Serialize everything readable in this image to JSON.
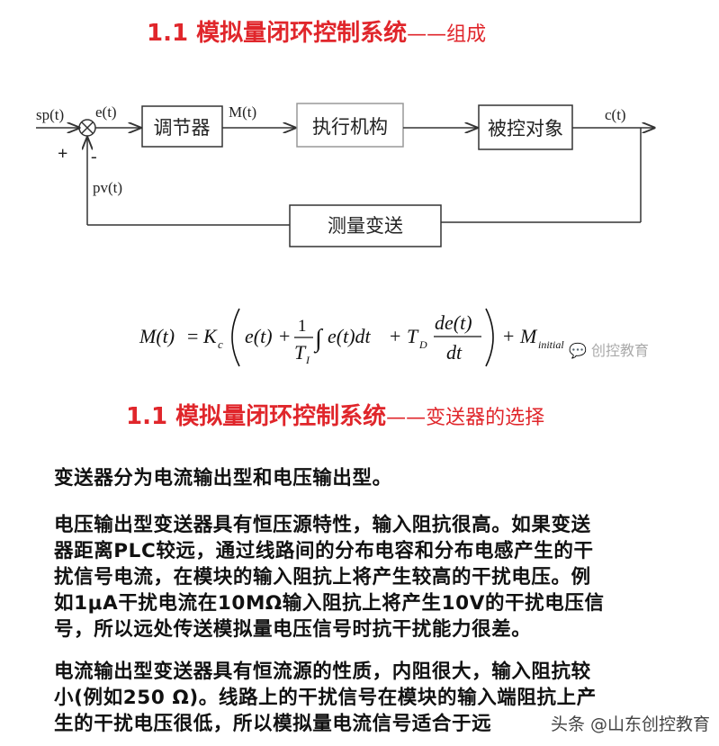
{
  "title1": {
    "main": "1.1 模拟量闭环控制系统",
    "sub": "——组成"
  },
  "diagram": {
    "signals": {
      "sp": "sp(t)",
      "e": "e(t)",
      "m": "M(t)",
      "c": "c(t)",
      "pv": "pv(t)",
      "plus": "+",
      "minus": "-"
    },
    "blocks": {
      "controller": "调节器",
      "actuator": "执行机构",
      "plant": "被控对象",
      "transmitter": "测量变送"
    }
  },
  "formula": {
    "lhs": "M(t)",
    "eq": "=",
    "kc": "K",
    "kc_sub": "c",
    "e": "e(t)",
    "plus": "+",
    "one": "1",
    "ti": "T",
    "ti_sub": "I",
    "integral": "∫",
    "integrand": "e(t)dt",
    "td": "T",
    "td_sub": "D",
    "de": "de(t)",
    "dt": "dt",
    "m": "M",
    "m_sub": "initial"
  },
  "watermark1": "创控教育",
  "title2": {
    "main": "1.1 模拟量闭环控制系统",
    "sub": "——变送器的选择"
  },
  "body": {
    "p1": [
      "变送器分为电流输出型和电压输出型。"
    ],
    "p2": [
      "电压输出型变送器具有恒压源特性，输入阻抗很高。如果变送",
      "器距离PLC较远，通过线路间的分布电容和分布电感产生的干",
      "扰信号电流，在模块的输入阻抗上将产生较高的干扰电压。例",
      "如1μA干扰电流在10MΩ输入阻抗上将产生10V的干扰电压信",
      "号，所以远处传送模拟量电压信号时抗干扰能力很差。"
    ],
    "p3": [
      "电流输出型变送器具有恒流源的性质，内阻很大，输入阻抗较",
      "小(例如250 Ω)。线路上的干扰信号在模块的输入端阻抗上产",
      "生的干扰电压很低，所以模拟量电流信号适合于远"
    ]
  },
  "watermark2": "头条 @山东创控教育"
}
